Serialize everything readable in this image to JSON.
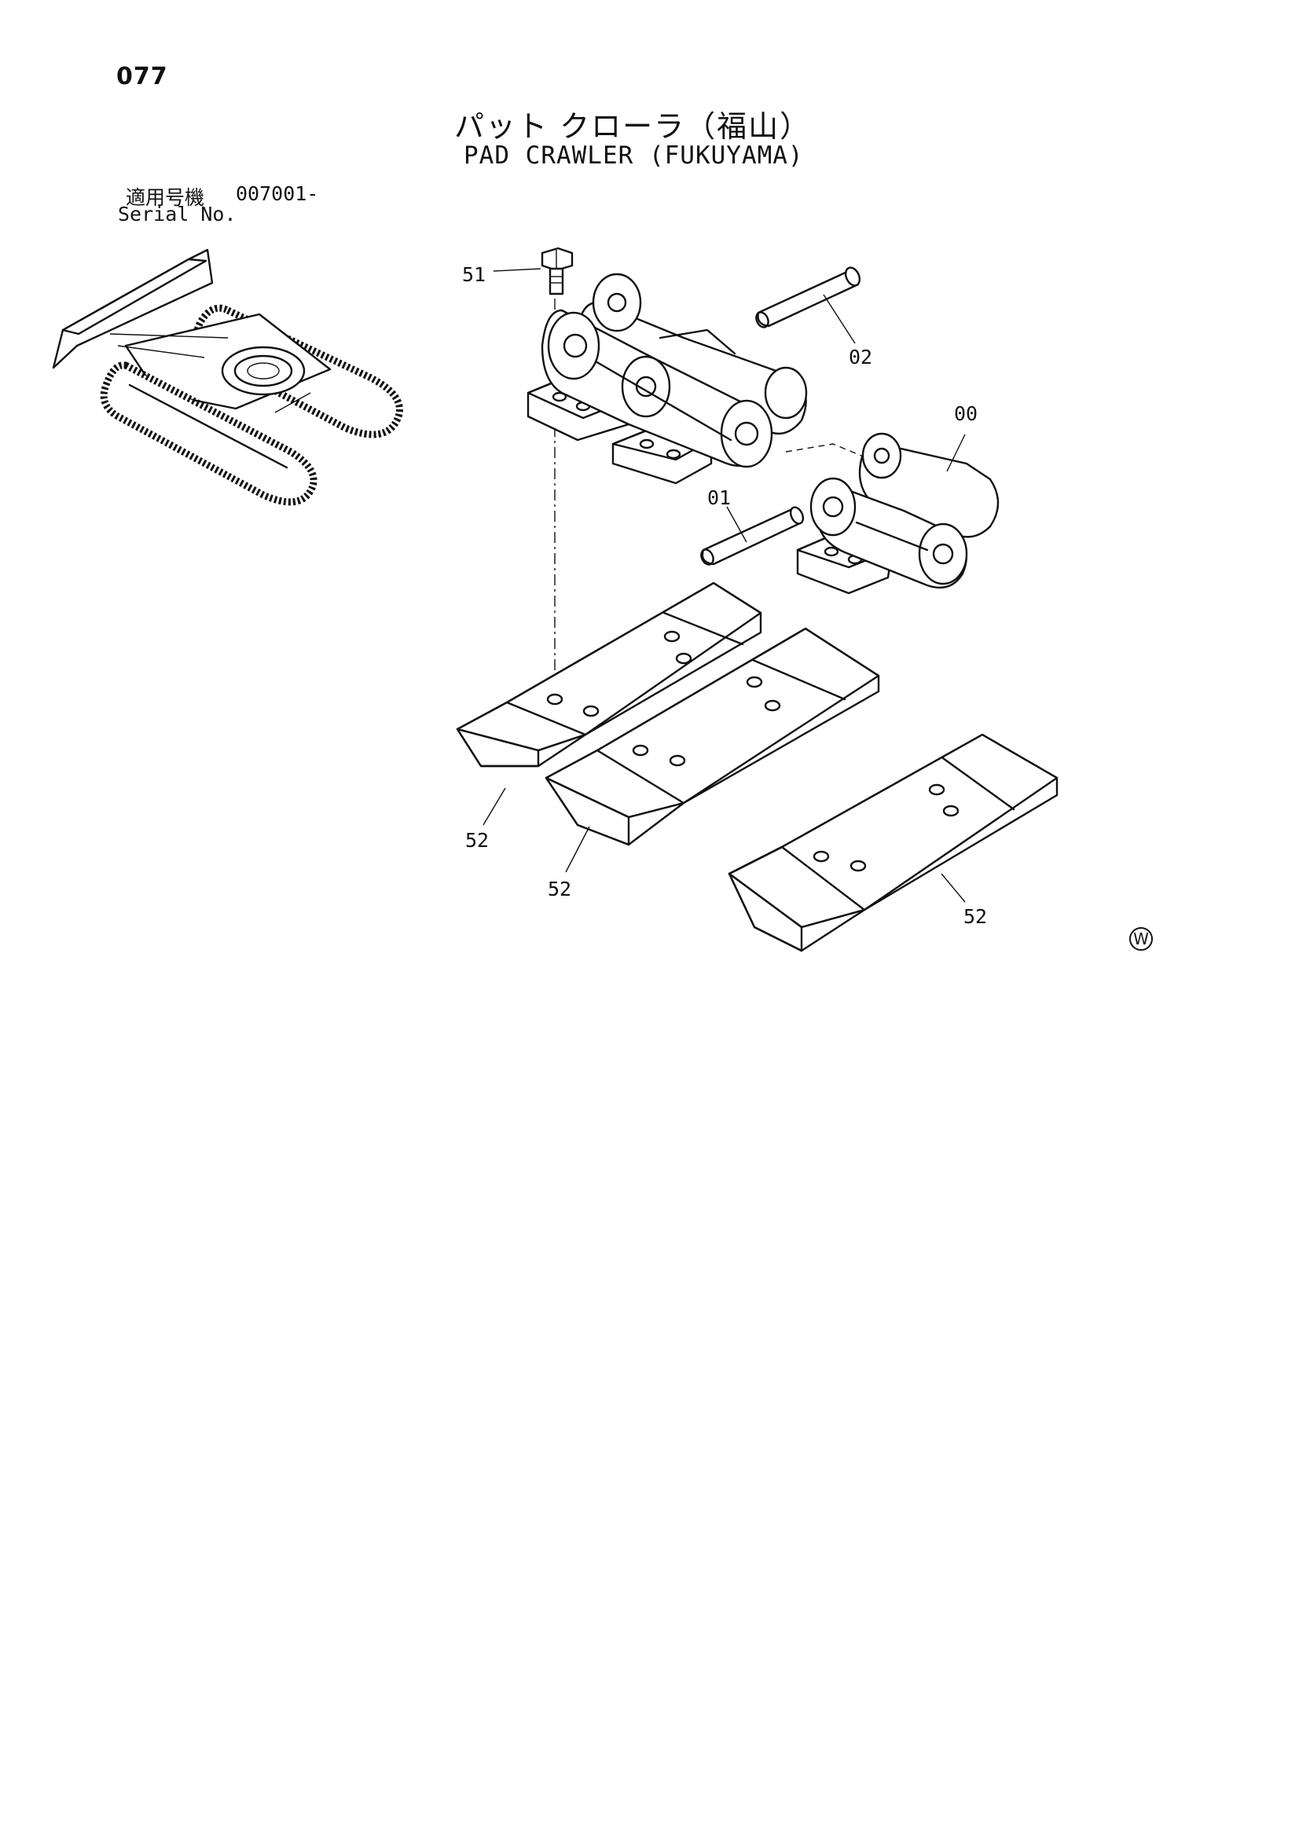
{
  "header": {
    "page_number": "077",
    "title_jp": "パット クローラ（福山）",
    "title_en": "PAD CRAWLER (FUKUYAMA)"
  },
  "serial": {
    "label_jp": "適用号機",
    "value": "007001-",
    "label_en": "Serial No."
  },
  "callouts": {
    "c51": "51",
    "c02": "02",
    "c00": "00",
    "c01": "01",
    "c52_a": "52",
    "c52_b": "52",
    "c52_c": "52"
  },
  "watermark": "W"
}
